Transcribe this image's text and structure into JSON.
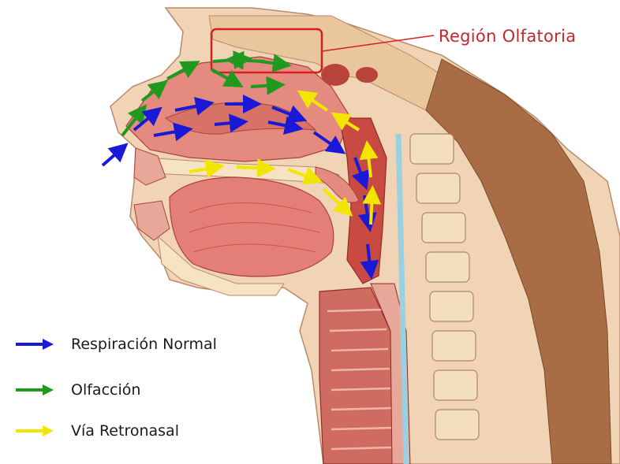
{
  "figure": {
    "region_label": "Región Olfatoria",
    "colors": {
      "respiration": "#1a1ad6",
      "olfaction": "#1f9a1f",
      "retronasal": "#f2e600",
      "highlight": "#d61f1f",
      "label_text": "#c0282d"
    }
  },
  "legend": {
    "items": [
      {
        "label": "Respiración Normal",
        "color": "#1a1ad6"
      },
      {
        "label": "Olfacción",
        "color": "#1f9a1f"
      },
      {
        "label": "Vía Retronasal",
        "color": "#f2e600"
      }
    ]
  }
}
